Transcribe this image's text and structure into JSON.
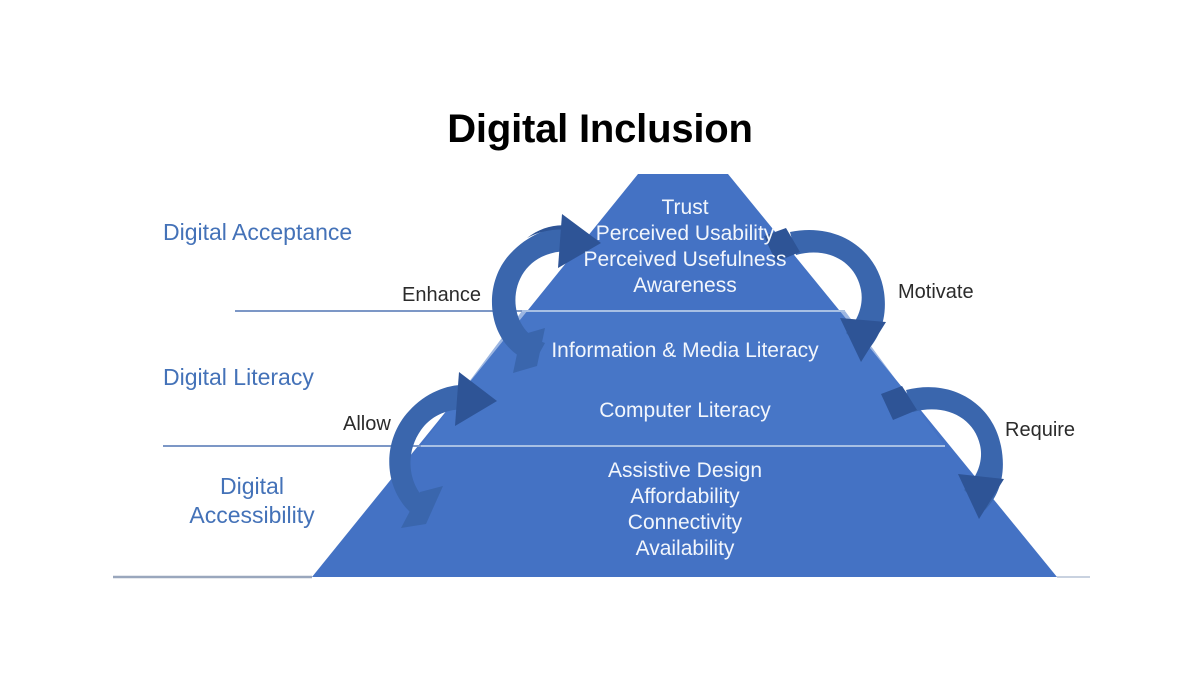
{
  "title": "Digital Inclusion",
  "colors": {
    "pyramid_fill": "#4472c4",
    "pyramid_fill_light": "#4a7acb",
    "arrow_dark": "#2e5496",
    "arrow_mid": "#3a66ad",
    "category_label": "#4472b8",
    "tier_text": "#f2f6fc",
    "divider_line": "#8ea9d4",
    "baseline": "#9aa7bd",
    "title_text": "#000000",
    "arrow_label_text": "#2b2b2b",
    "background": "#ffffff"
  },
  "categories": [
    {
      "id": "digital-acceptance",
      "label": "Digital Acceptance"
    },
    {
      "id": "digital-literacy",
      "label": "Digital Literacy"
    },
    {
      "id": "digital-accessibility",
      "label": "Digital Accessibility"
    }
  ],
  "tiers": [
    {
      "id": "acceptance",
      "category": "Digital Acceptance",
      "items": [
        "Trust",
        "Perceived Usability",
        "Perceived Usefulness",
        "Awareness"
      ],
      "text": "Trust\nPerceived Usability\nPerceived Usefulness\nAwareness"
    },
    {
      "id": "literacy",
      "category": "Digital Literacy",
      "items": [
        "Information & Media Literacy",
        "Computer Literacy"
      ],
      "line1": "Information & Media Literacy",
      "line2": "Computer Literacy"
    },
    {
      "id": "accessibility",
      "category": "Digital Accessibility",
      "items": [
        "Assistive Design",
        "Affordability",
        "Connectivity",
        "Availability"
      ],
      "text": "Assistive Design\nAffordability\nConnectivity\nAvailability"
    }
  ],
  "arrows": [
    {
      "id": "enhance",
      "label": "Enhance",
      "side": "left",
      "between": "Digital Literacy → Digital Acceptance",
      "direction": "upward"
    },
    {
      "id": "motivate",
      "label": "Motivate",
      "side": "right",
      "between": "Digital Acceptance → Digital Literacy",
      "direction": "downward"
    },
    {
      "id": "allow",
      "label": "Allow",
      "side": "left",
      "between": "Digital Accessibility → Digital Literacy",
      "direction": "upward"
    },
    {
      "id": "require",
      "label": "Require",
      "side": "right",
      "between": "Digital Literacy → Digital Accessibility",
      "direction": "downward"
    }
  ],
  "chart_data": {
    "type": "pyramid-diagram",
    "title": "Digital Inclusion",
    "levels": [
      {
        "name": "Digital Acceptance",
        "position": "top",
        "items": [
          "Trust",
          "Perceived Usability",
          "Perceived Usefulness",
          "Awareness"
        ]
      },
      {
        "name": "Digital Literacy",
        "position": "middle",
        "items": [
          "Information & Media Literacy",
          "Computer Literacy"
        ]
      },
      {
        "name": "Digital Accessibility",
        "position": "bottom",
        "items": [
          "Assistive Design",
          "Affordability",
          "Connectivity",
          "Availability"
        ]
      }
    ],
    "relations": [
      {
        "from": "Digital Literacy",
        "to": "Digital Acceptance",
        "label": "Enhance"
      },
      {
        "from": "Digital Acceptance",
        "to": "Digital Literacy",
        "label": "Motivate"
      },
      {
        "from": "Digital Accessibility",
        "to": "Digital Literacy",
        "label": "Allow"
      },
      {
        "from": "Digital Literacy",
        "to": "Digital Accessibility",
        "label": "Require"
      }
    ]
  }
}
